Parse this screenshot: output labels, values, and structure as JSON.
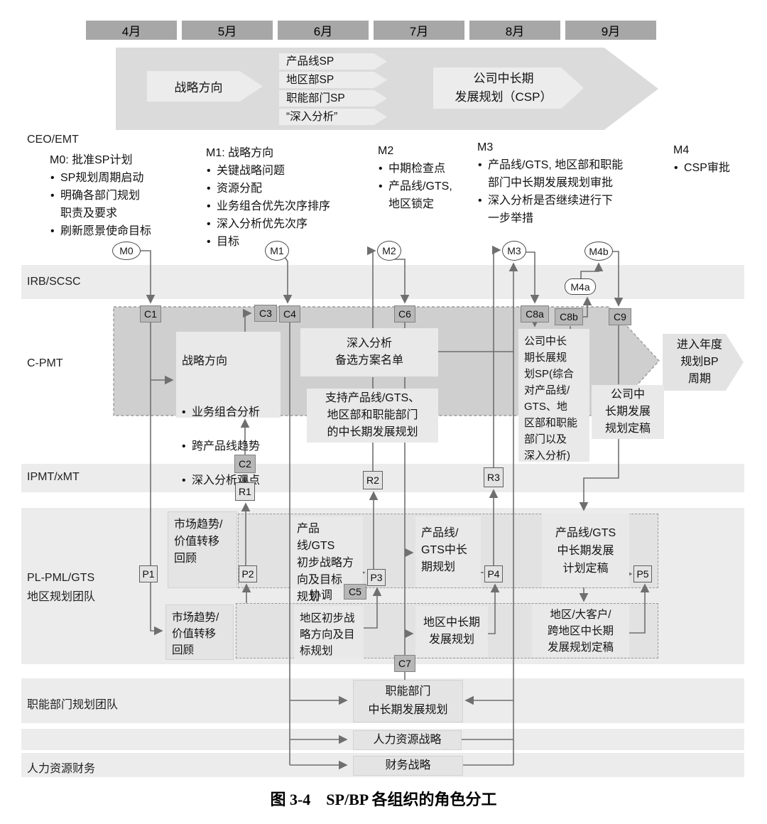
{
  "page": {
    "caption": "图 3-4　SP/BP 各组织的角色分工"
  },
  "months": [
    "4月",
    "5月",
    "6月",
    "7月",
    "8月",
    "9月"
  ],
  "top_arrow": {
    "strategy": "战略方向",
    "sp_items": [
      "产品线SP",
      "地区部SP",
      "职能部门SP",
      "“深入分析”"
    ],
    "csp": "公司中长期\n发展规划（CSP）"
  },
  "lanes": {
    "ceo": "CEO/EMT",
    "irb": "IRB/SCSC",
    "cpmt": "C-PMT",
    "ipmt": "IPMT/xMT",
    "pl_line1": "PL-PML/GTS",
    "pl_line2": "地区规划团队",
    "func": "职能部门规划团队",
    "hr_fin": "人力资源财务"
  },
  "milestones": {
    "m0": {
      "title": "M0: 批准SP计划",
      "items": [
        "SP规划周期启动",
        "明确各部门规划\n职责及要求",
        "刷新愿景使命目标"
      ]
    },
    "m1": {
      "title": "M1: 战略方向",
      "items": [
        "关键战略问题",
        "资源分配",
        "业务组合优先次序排序",
        "深入分析优先次序",
        "目标"
      ]
    },
    "m2": {
      "title": "M2",
      "items": [
        "中期检查点",
        "产品线/GTS,\n地区锁定"
      ]
    },
    "m3": {
      "title": "M3",
      "items": [
        "产品线/GTS, 地区部和职能\n部门中长期发展规划审批",
        "深入分析是否继续进行下\n一步举措"
      ]
    },
    "m4": {
      "title": "M4",
      "items": [
        "CSP审批"
      ]
    }
  },
  "nodes": {
    "m0": "M0",
    "m1": "M1",
    "m2": "M2",
    "m3": "M3",
    "m4a": "M4a",
    "m4b": "M4b",
    "c1": "C1",
    "c2": "C2",
    "c3": "C3",
    "c4": "C4",
    "c5": "C5",
    "c6": "C6",
    "c7": "C7",
    "c8a": "C8a",
    "c8b": "C8b",
    "c9": "C9",
    "r1": "R1",
    "r2": "R2",
    "r3": "R3",
    "p1": "P1",
    "p2": "P2",
    "p3": "P3",
    "p4": "P4",
    "p5": "P5",
    "coord": "协调"
  },
  "boxes": {
    "strategy_direction": {
      "title": "战略方向",
      "items": [
        "业务组合分析",
        "跨产品线趋势",
        "深入分析观点"
      ]
    },
    "deep_analysis": "深入分析\n备选方案名单",
    "support": "支持产品线/GTS、\n地区部和职能部门\n的中长期发展规划",
    "csp_sp": "公司中长\n期长展规\n划SP(综合\n对产品线/\nGTS、地\n区部和职能\n部门以及\n深入分析)",
    "company_final": "公司中\n长期发展\n规划定稿",
    "next_cycle": "进入年度\n规划BP\n周期",
    "market_trend_top": "市场趋势/\n价值转移\n回顾",
    "market_trend_bottom": "市场趋势/\n价值转移\n回顾",
    "pl_initial": "产品线/GTS\n初步战略方\n向及目标\n规划",
    "region_initial": "地区初步战\n略方向及目\n标规划",
    "pl_midterm": "产品线/\nGTS中长\n期规划",
    "region_midterm": "地区中长期\n发展规划",
    "pl_final": "产品线/GTS\n中长期发展\n计划定稿",
    "region_final": "地区/大客户/\n跨地区中长期\n发展规划定稿",
    "func_plan": "职能部门\n中长期发展规划",
    "hr_strategy": "人力资源战略",
    "fin_strategy": "财务战略"
  }
}
